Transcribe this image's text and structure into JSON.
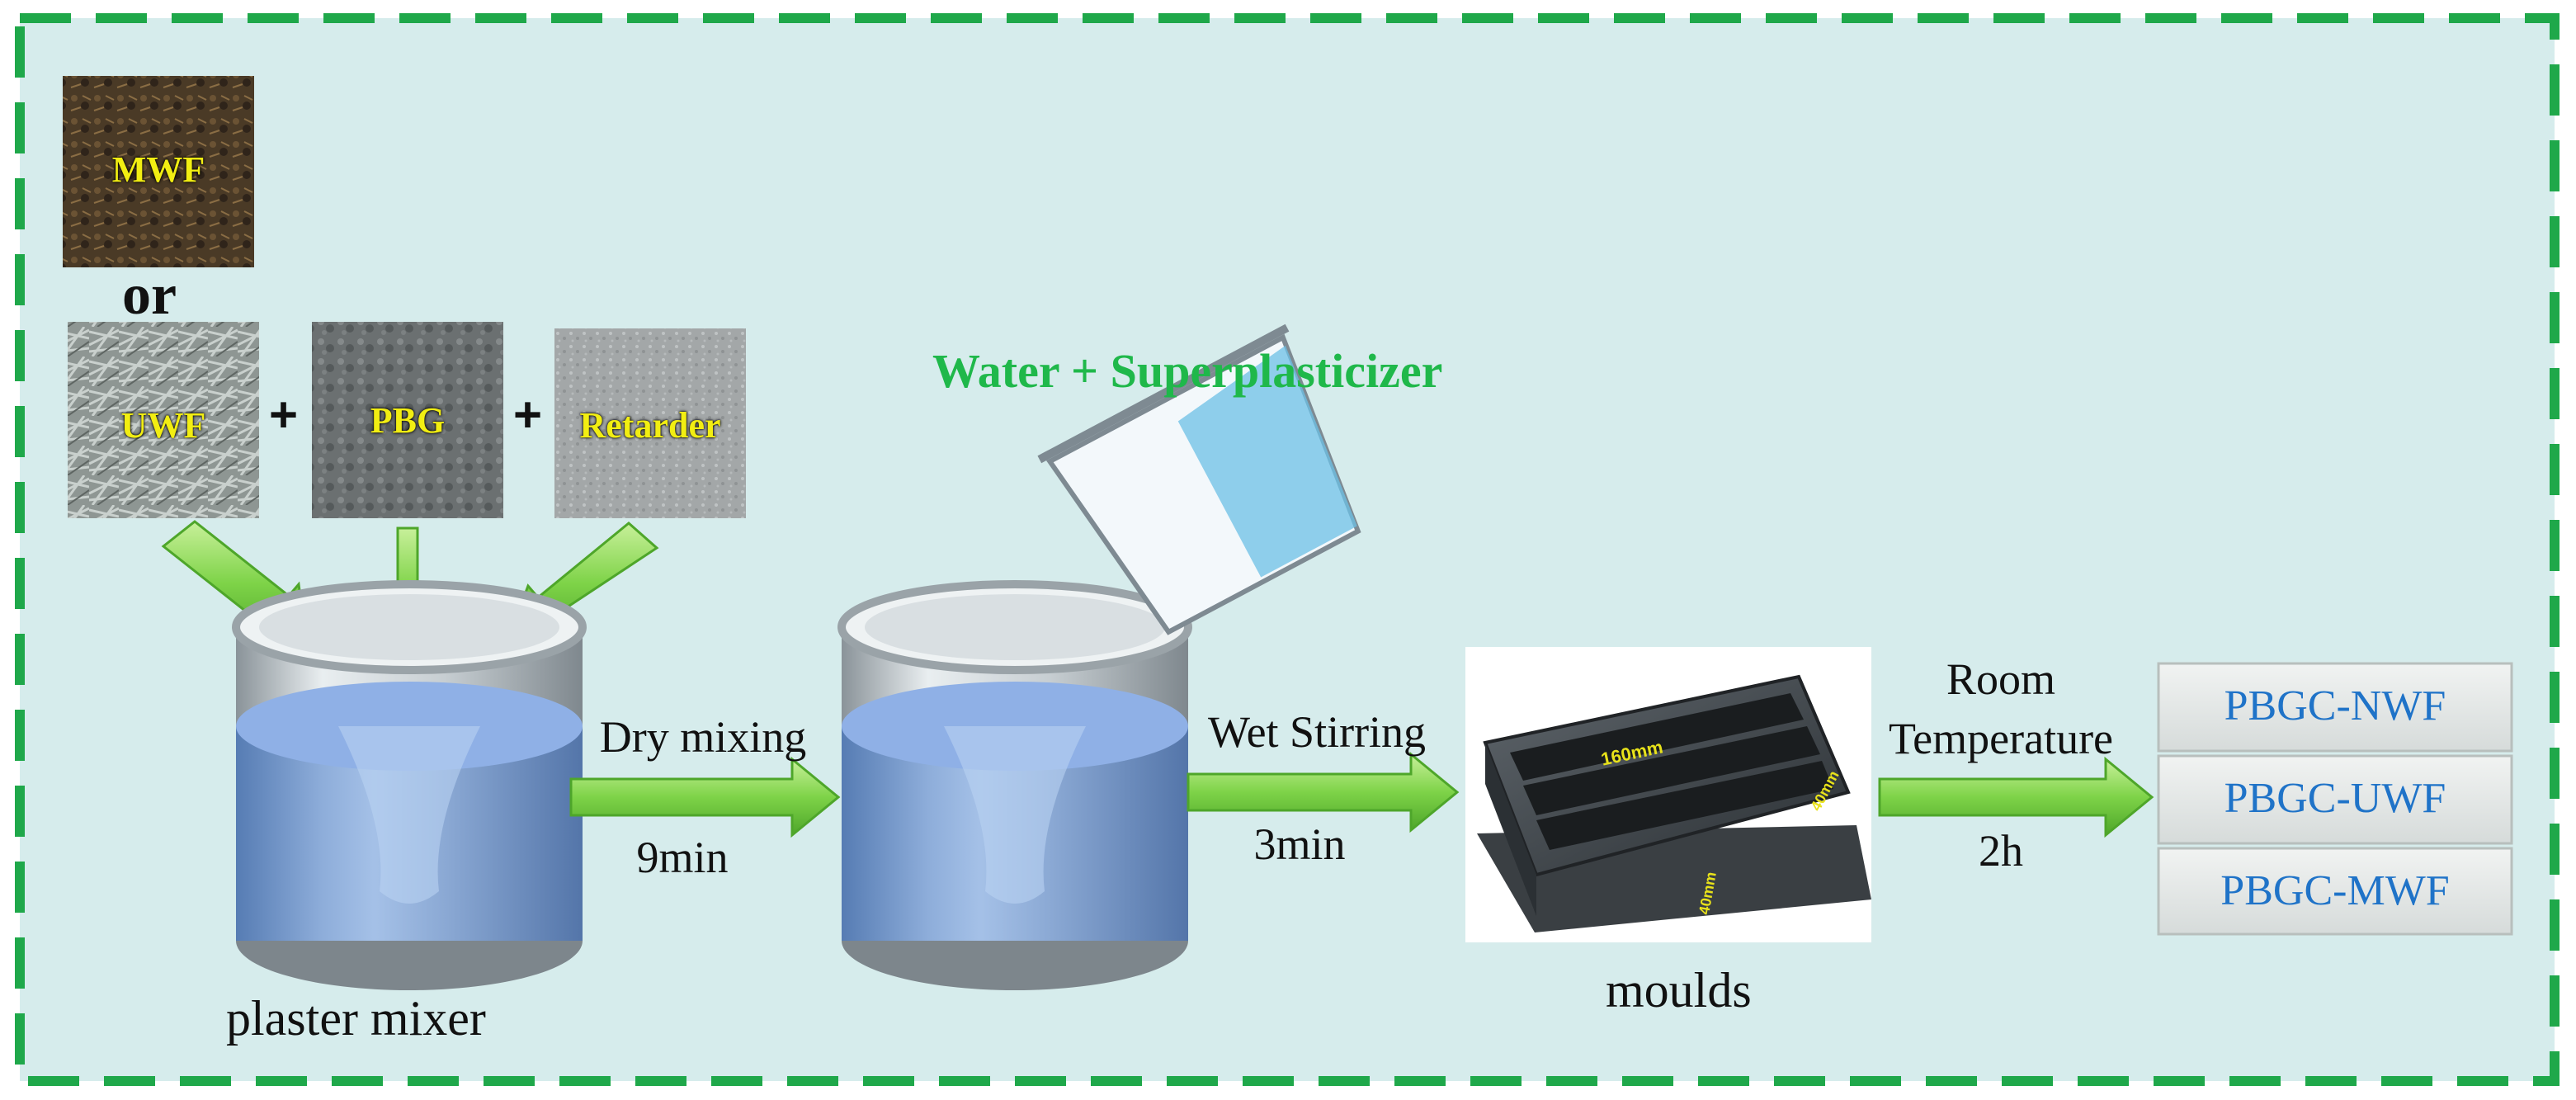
{
  "materials": {
    "mwf": "MWF",
    "or": "or",
    "uwf": "UWF",
    "pbg": "PBG",
    "retarder": "Retarder",
    "plus": "+"
  },
  "additive": "Water + Superplasticizer",
  "steps": {
    "dry_mixing": "Dry mixing",
    "dry_time": "9min",
    "wet_stirring": "Wet Stirring",
    "wet_time": "3min",
    "curing_line1": "Room",
    "curing_line2": "Temperature",
    "curing_time": "2h"
  },
  "labels": {
    "mixer": "plaster mixer",
    "moulds": "moulds",
    "mould_dim_length": "160mm",
    "mould_dim_width": "40mm",
    "mould_dim_height": "40mm"
  },
  "specimens": [
    "PBGC-NWF",
    "PBGC-UWF",
    "PBGC-MWF"
  ],
  "colors": {
    "panel": "#d6ecec",
    "border": "#1fa84a",
    "arrow": "#7ed348",
    "title_green": "#1fb84a",
    "material_label": "#f2ee12",
    "specimen_text": "#1f73c8"
  }
}
